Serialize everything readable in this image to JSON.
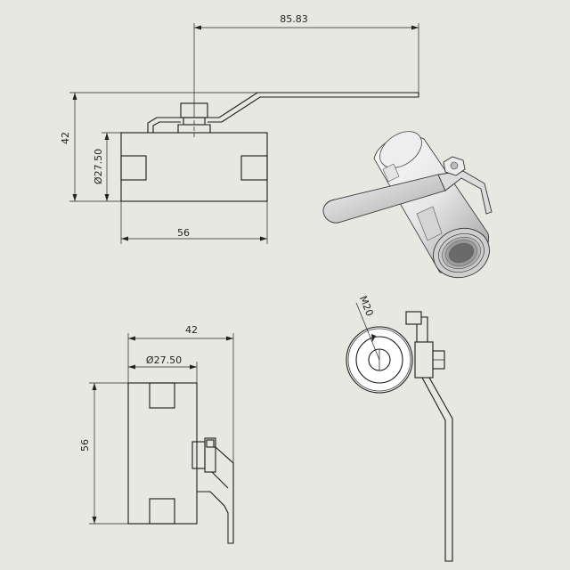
{
  "dimensions": {
    "top_width": "85.83",
    "front_height": "42",
    "front_diameter": "Ø27.50",
    "front_length": "56",
    "bottom_width": "42",
    "bottom_diameter": "Ø27.50",
    "bottom_height": "56",
    "thread": "M20"
  },
  "colors": {
    "background": "#e8e8e2",
    "line": "#1a1a1a",
    "valve_light": "#f2f2f2",
    "valve_shade": "#9a9a9a"
  }
}
